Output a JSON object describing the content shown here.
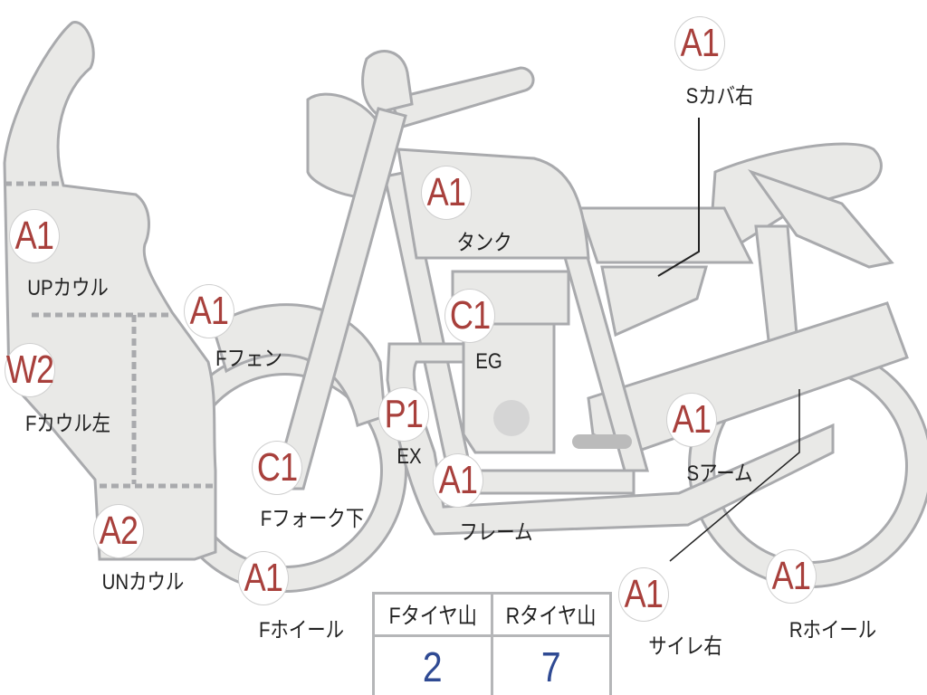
{
  "parts": [
    {
      "id": "s-cover-right",
      "grade": "A1",
      "label": "Sカバ右"
    },
    {
      "id": "tank",
      "grade": "A1",
      "label": "タンク"
    },
    {
      "id": "up-cowl",
      "grade": "A1",
      "label": "UPカウル"
    },
    {
      "id": "f-fender",
      "grade": "A1",
      "label": "Fフェン"
    },
    {
      "id": "engine",
      "grade": "C1",
      "label": "EG"
    },
    {
      "id": "f-cowl-left",
      "grade": "W2",
      "label": "Fカウル左"
    },
    {
      "id": "exhaust",
      "grade": "P1",
      "label": "EX"
    },
    {
      "id": "swing-arm",
      "grade": "A1",
      "label": "Sアーム"
    },
    {
      "id": "f-fork-lower",
      "grade": "C1",
      "label": "Fフォーク下"
    },
    {
      "id": "frame",
      "grade": "A1",
      "label": "フレーム"
    },
    {
      "id": "under-cowl",
      "grade": "A2",
      "label": "UNカウル"
    },
    {
      "id": "f-wheel",
      "grade": "A1",
      "label": "Fホイール"
    },
    {
      "id": "silencer-right",
      "grade": "A1",
      "label": "サイレ右"
    },
    {
      "id": "r-wheel",
      "grade": "A1",
      "label": "Rホイール"
    }
  ],
  "tire_tread": {
    "front_label": "Fタイヤ山",
    "front_value": "2",
    "rear_label": "Rタイヤ山",
    "rear_value": "7"
  },
  "colors": {
    "grade_text": "#a8403c",
    "value_text": "#2f4a93",
    "part_fill": "#e9e9e7",
    "part_stroke": "#a9aaad"
  }
}
